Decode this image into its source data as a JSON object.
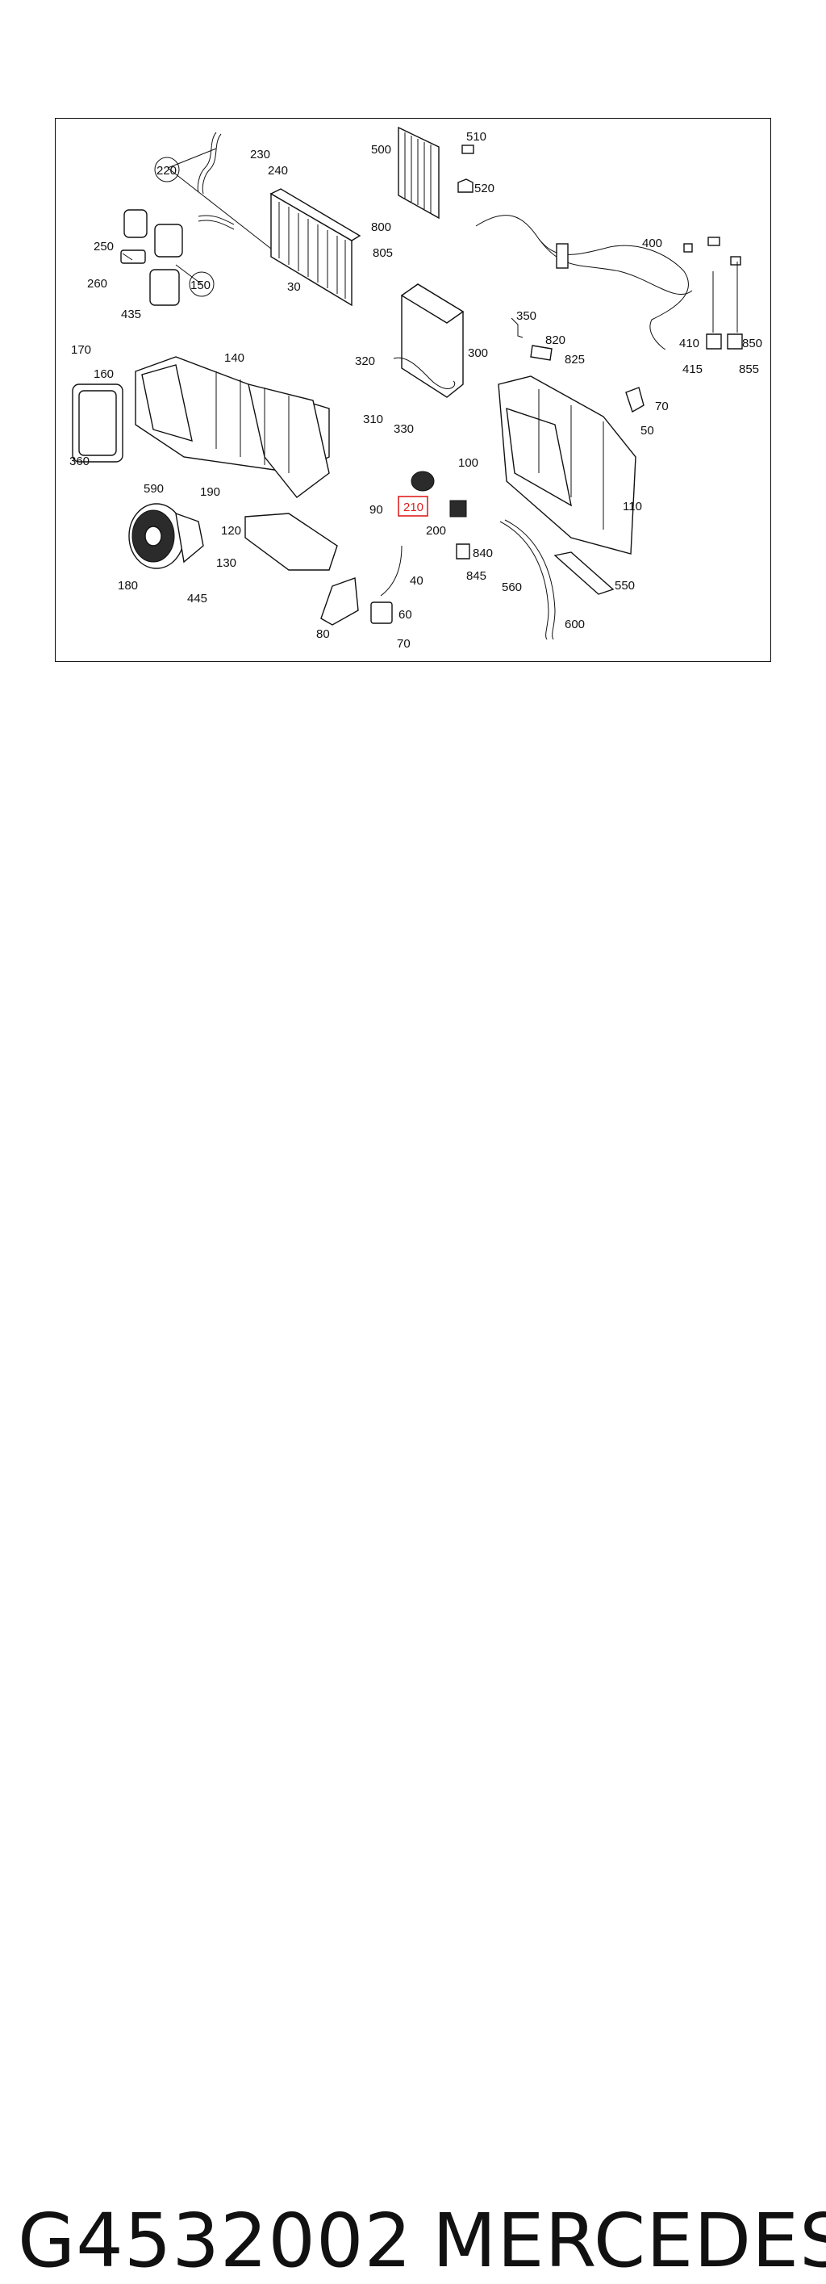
{
  "diagram": {
    "highlighted_label": "210",
    "labels": [
      "220",
      "230",
      "240",
      "250",
      "260",
      "150",
      "30",
      "500",
      "510",
      "520",
      "800",
      "805",
      "400",
      "435",
      "170",
      "160",
      "140",
      "360",
      "590",
      "190",
      "180",
      "445",
      "120",
      "130",
      "80",
      "60",
      "70",
      "40",
      "320",
      "310",
      "330",
      "300",
      "90",
      "210",
      "200",
      "840",
      "845",
      "350",
      "820",
      "825",
      "410",
      "850",
      "415",
      "855",
      "70",
      "50",
      "100",
      "110",
      "560",
      "550",
      "600"
    ]
  },
  "caption": {
    "part_number": "G4532002",
    "brand": "MERCEDES"
  }
}
